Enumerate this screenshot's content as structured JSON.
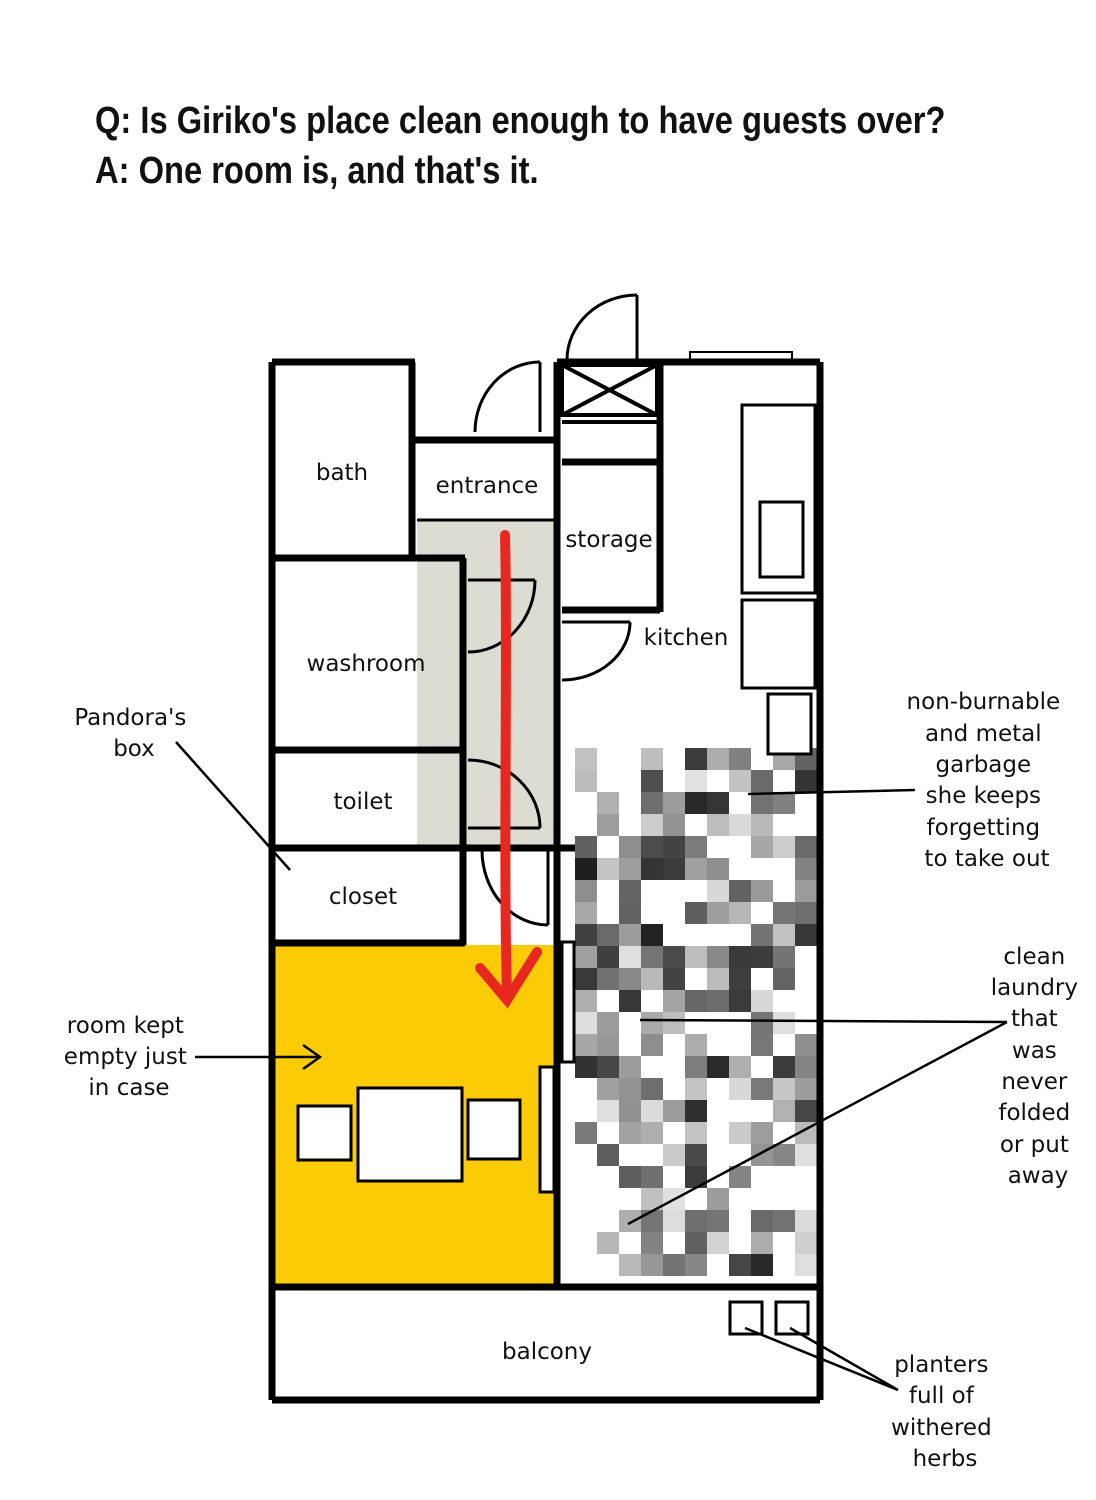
{
  "header": {
    "question": "Q: Is Giriko's place clean enough to have guests over?",
    "answer": "A: One room is, and that's it."
  },
  "rooms": {
    "bath": "bath",
    "entrance": "entrance",
    "storage": "storage",
    "kitchen": "kitchen",
    "washroom": "washroom",
    "toilet": "toilet",
    "closet": "closet",
    "balcony": "balcony"
  },
  "annotations": {
    "pandoras_box": [
      "Pandora's",
      "box"
    ],
    "empty_room": [
      "room kept",
      "empty just",
      "in case"
    ],
    "garbage": [
      "non-burnable",
      "and metal",
      "garbage",
      "she keeps",
      "forgetting",
      "to take out"
    ],
    "laundry": [
      "clean",
      "laundry",
      "that",
      "was",
      "never",
      "folded",
      "or put",
      "away"
    ],
    "planters": [
      "planters",
      "full of",
      "withered",
      "herbs"
    ]
  },
  "colors": {
    "clean_room": "#FBCB05",
    "hallway": "#DCDCD2",
    "path_arrow": "#E8281E",
    "walls": "#000000"
  }
}
